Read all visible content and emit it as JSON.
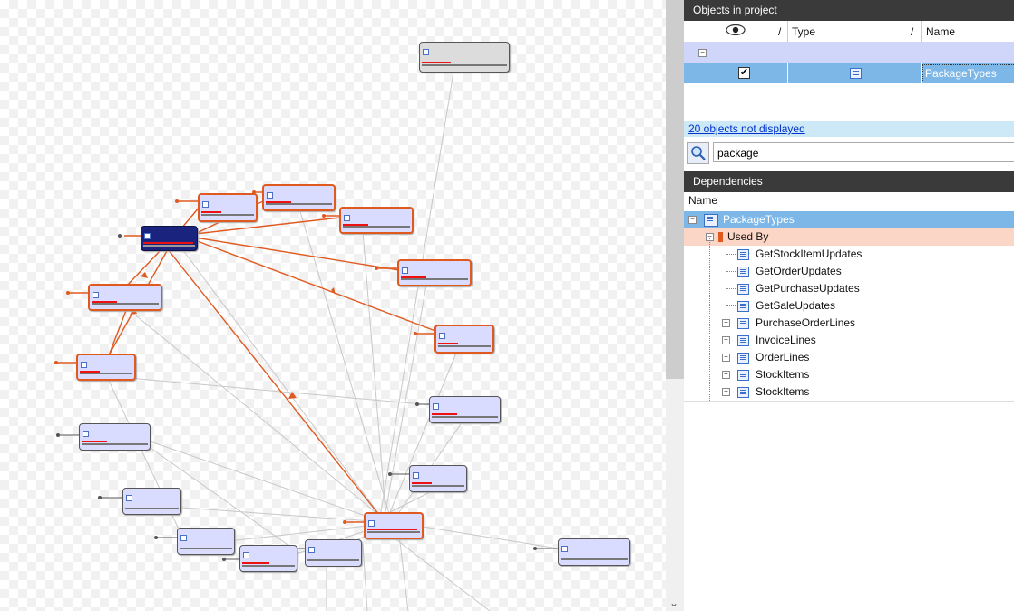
{
  "objects_panel": {
    "title": "Objects in project",
    "columns": {
      "visible_sort": "/",
      "type": "Type",
      "type_sort": "/",
      "name": "Name"
    },
    "selected_row": {
      "checked": true,
      "name": "PackageTypes"
    },
    "not_displayed_link": "20 objects not displayed",
    "search_value": "package"
  },
  "dependencies_panel": {
    "title": "Dependencies",
    "column": "Name",
    "root": "PackageTypes",
    "used_by": "Used By",
    "items": [
      "GetStockItemUpdates",
      "GetOrderUpdates",
      "GetPurchaseUpdates",
      "GetSaleUpdates",
      "PurchaseOrderLines",
      "InvoiceLines",
      "OrderLines",
      "StockItems",
      "StockItems"
    ]
  },
  "colors": {
    "accent": "#e05a20",
    "selected_node": "#1a237e",
    "node_fill": "#d9dcff",
    "header": "#3a3a3a"
  },
  "icons": [
    "eye-icon",
    "checkbox-icon",
    "table-icon",
    "search-icon",
    "collapse-icon",
    "expand-icon",
    "chevron-down-icon"
  ]
}
